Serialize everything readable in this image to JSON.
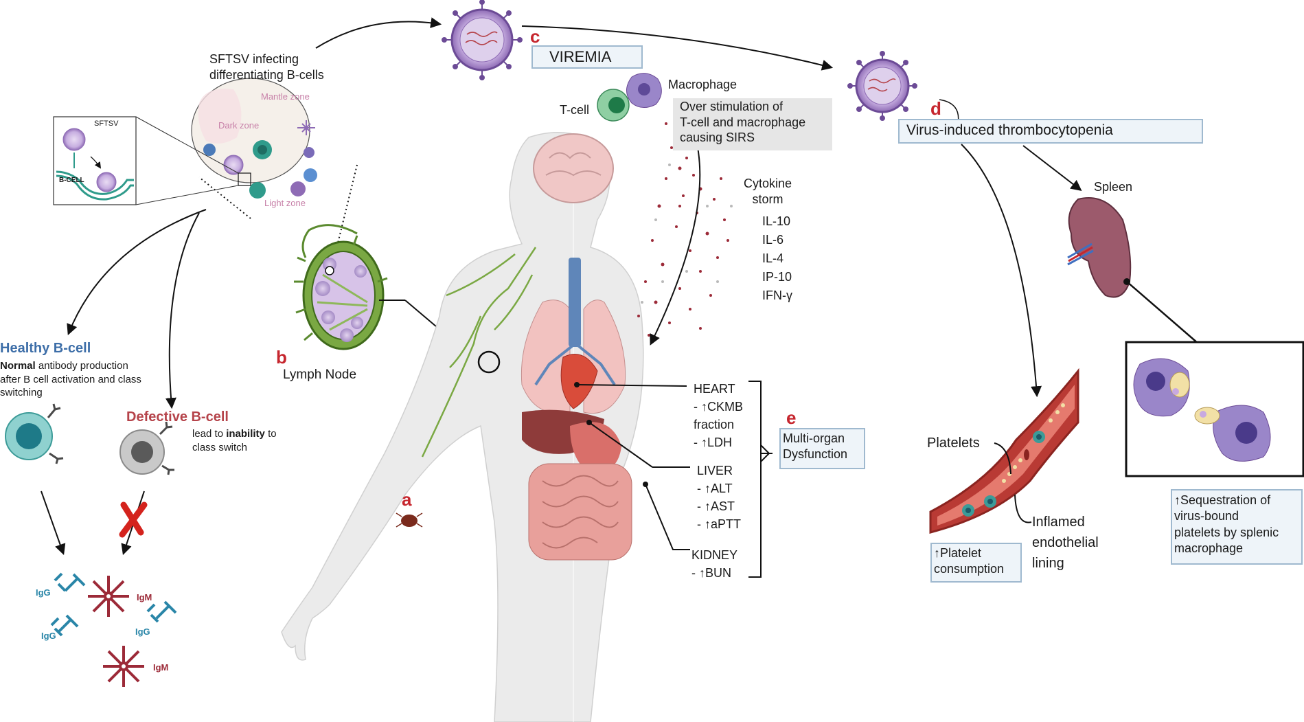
{
  "labels": {
    "a": "a",
    "b": "b",
    "c": "c",
    "d": "d",
    "e": "e",
    "sftsv_infecting": "SFTSV infecting\ndifferentiating B-cells",
    "mantle_zone": "Mantle zone",
    "dark_zone": "Dark zone",
    "light_zone": "Light zone",
    "inset_sftsv": "SFTSV",
    "inset_bcell": "B-CELL",
    "lymph_node": "Lymph Node",
    "healthy_title": "Healthy B-cell",
    "healthy_desc_bold": "Normal",
    "healthy_desc": " antibody production\nafter B cell activation and class\nswitching",
    "defective_title": "Defective B-cell",
    "defective_desc_1": "lead to ",
    "defective_desc_bold": "inability",
    "defective_desc_2": " to\nclass switch",
    "igg": "IgG",
    "igm": "IgM",
    "viremia": "VIREMIA",
    "macrophage": "Macrophage",
    "tcell": "T-cell",
    "over_stim": "Over stimulation of\nT-cell and macrophage\ncausing SIRS",
    "cytokine": "Cytokine\nstorm",
    "cytokines": [
      "IL-10",
      "IL-6",
      "IL-4",
      "IP-10",
      "IFN-γ"
    ],
    "heart": "HEART\n- ↑CKMB\nfraction\n- ↑LDH",
    "liver": "LIVER\n- ↑ALT\n- ↑AST\n- ↑aPTT",
    "kidney": "KIDNEY\n- ↑BUN",
    "multi_organ": "Multi-organ\nDysfunction",
    "thrombo": "Virus-induced thrombocytopenia",
    "spleen": "Spleen",
    "platelets": "Platelets",
    "inflamed": "Inflamed\nendothelial\nlining",
    "platelet_consumption": "↑Platelet\nconsumption",
    "sequestration": "↑Sequestration of\nvirus-bound\nplatelets by splenic\nmacrophage"
  },
  "colors": {
    "accent_red": "#c6262e",
    "healthy_blue": "#3d6ea8",
    "defective_red": "#b5434a",
    "box_border": "#9fb9cf",
    "virus_purple": "#8e6bb5",
    "igg_blue": "#2a86a8",
    "igm_red": "#9c2a38"
  }
}
